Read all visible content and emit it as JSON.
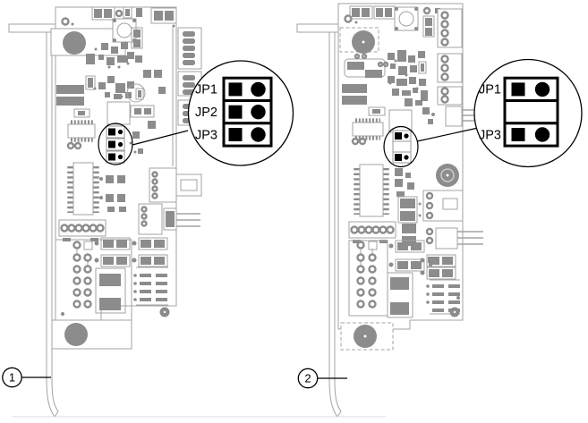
{
  "figure": {
    "boards": [
      {
        "callout": "1",
        "magnifier": {
          "rows": [
            {
              "label": "JP1",
              "installed": true
            },
            {
              "label": "JP2",
              "installed": true
            },
            {
              "label": "JP3",
              "installed": true
            }
          ]
        }
      },
      {
        "callout": "2",
        "magnifier": {
          "rows": [
            {
              "label": "JP1",
              "installed": true
            },
            {
              "label": "",
              "installed": false
            },
            {
              "label": "JP3",
              "installed": true
            }
          ]
        }
      }
    ]
  },
  "colors": {
    "outline": "#a3a3a3",
    "component": "#8c8c8c",
    "ink": "#000000",
    "background": "#ffffff"
  }
}
